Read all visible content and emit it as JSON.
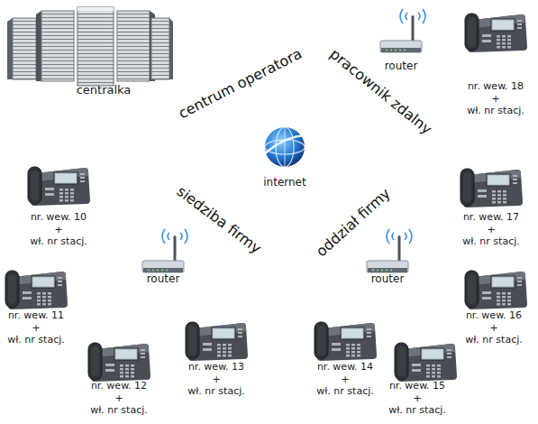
{
  "diagram": {
    "nodes": [
      {
        "text": [
          "centralka"
        ]
      },
      {
        "text": [
          "router"
        ]
      },
      {
        "text": [
          "nr. wew. 18 + wł. nr stacj."
        ]
      },
      {
        "text": [
          "internet"
        ]
      },
      {
        "text": [
          "nr. wew. 10 + wł. nr stacj."
        ]
      },
      {
        "text": [
          "nr. wew. 17 + wł. nr stacj."
        ]
      },
      {
        "text": [
          "router"
        ]
      },
      {
        "text": [
          "router"
        ]
      },
      {
        "text": [
          "nr. wew. 11 + wł. nr stacj."
        ]
      },
      {
        "text": [
          "nr. wew. 16 + wł. nr stacj."
        ]
      },
      {
        "text": [
          "nr. wew. 13 + wł. nr stacj."
        ]
      },
      {
        "text": [
          "nr. wew. 14 + wł. nr stacj."
        ]
      },
      {
        "text": [
          "nr. wew. 12 + wł. nr stacj."
        ]
      },
      {
        "text": [
          "nr. wew. 15 + wł. nr stacj."
        ]
      }
    ],
    "labels": [
      "centrum operatora",
      "pracownik zdalny",
      "siedziba firmy",
      "oddział firmy"
    ]
  }
}
